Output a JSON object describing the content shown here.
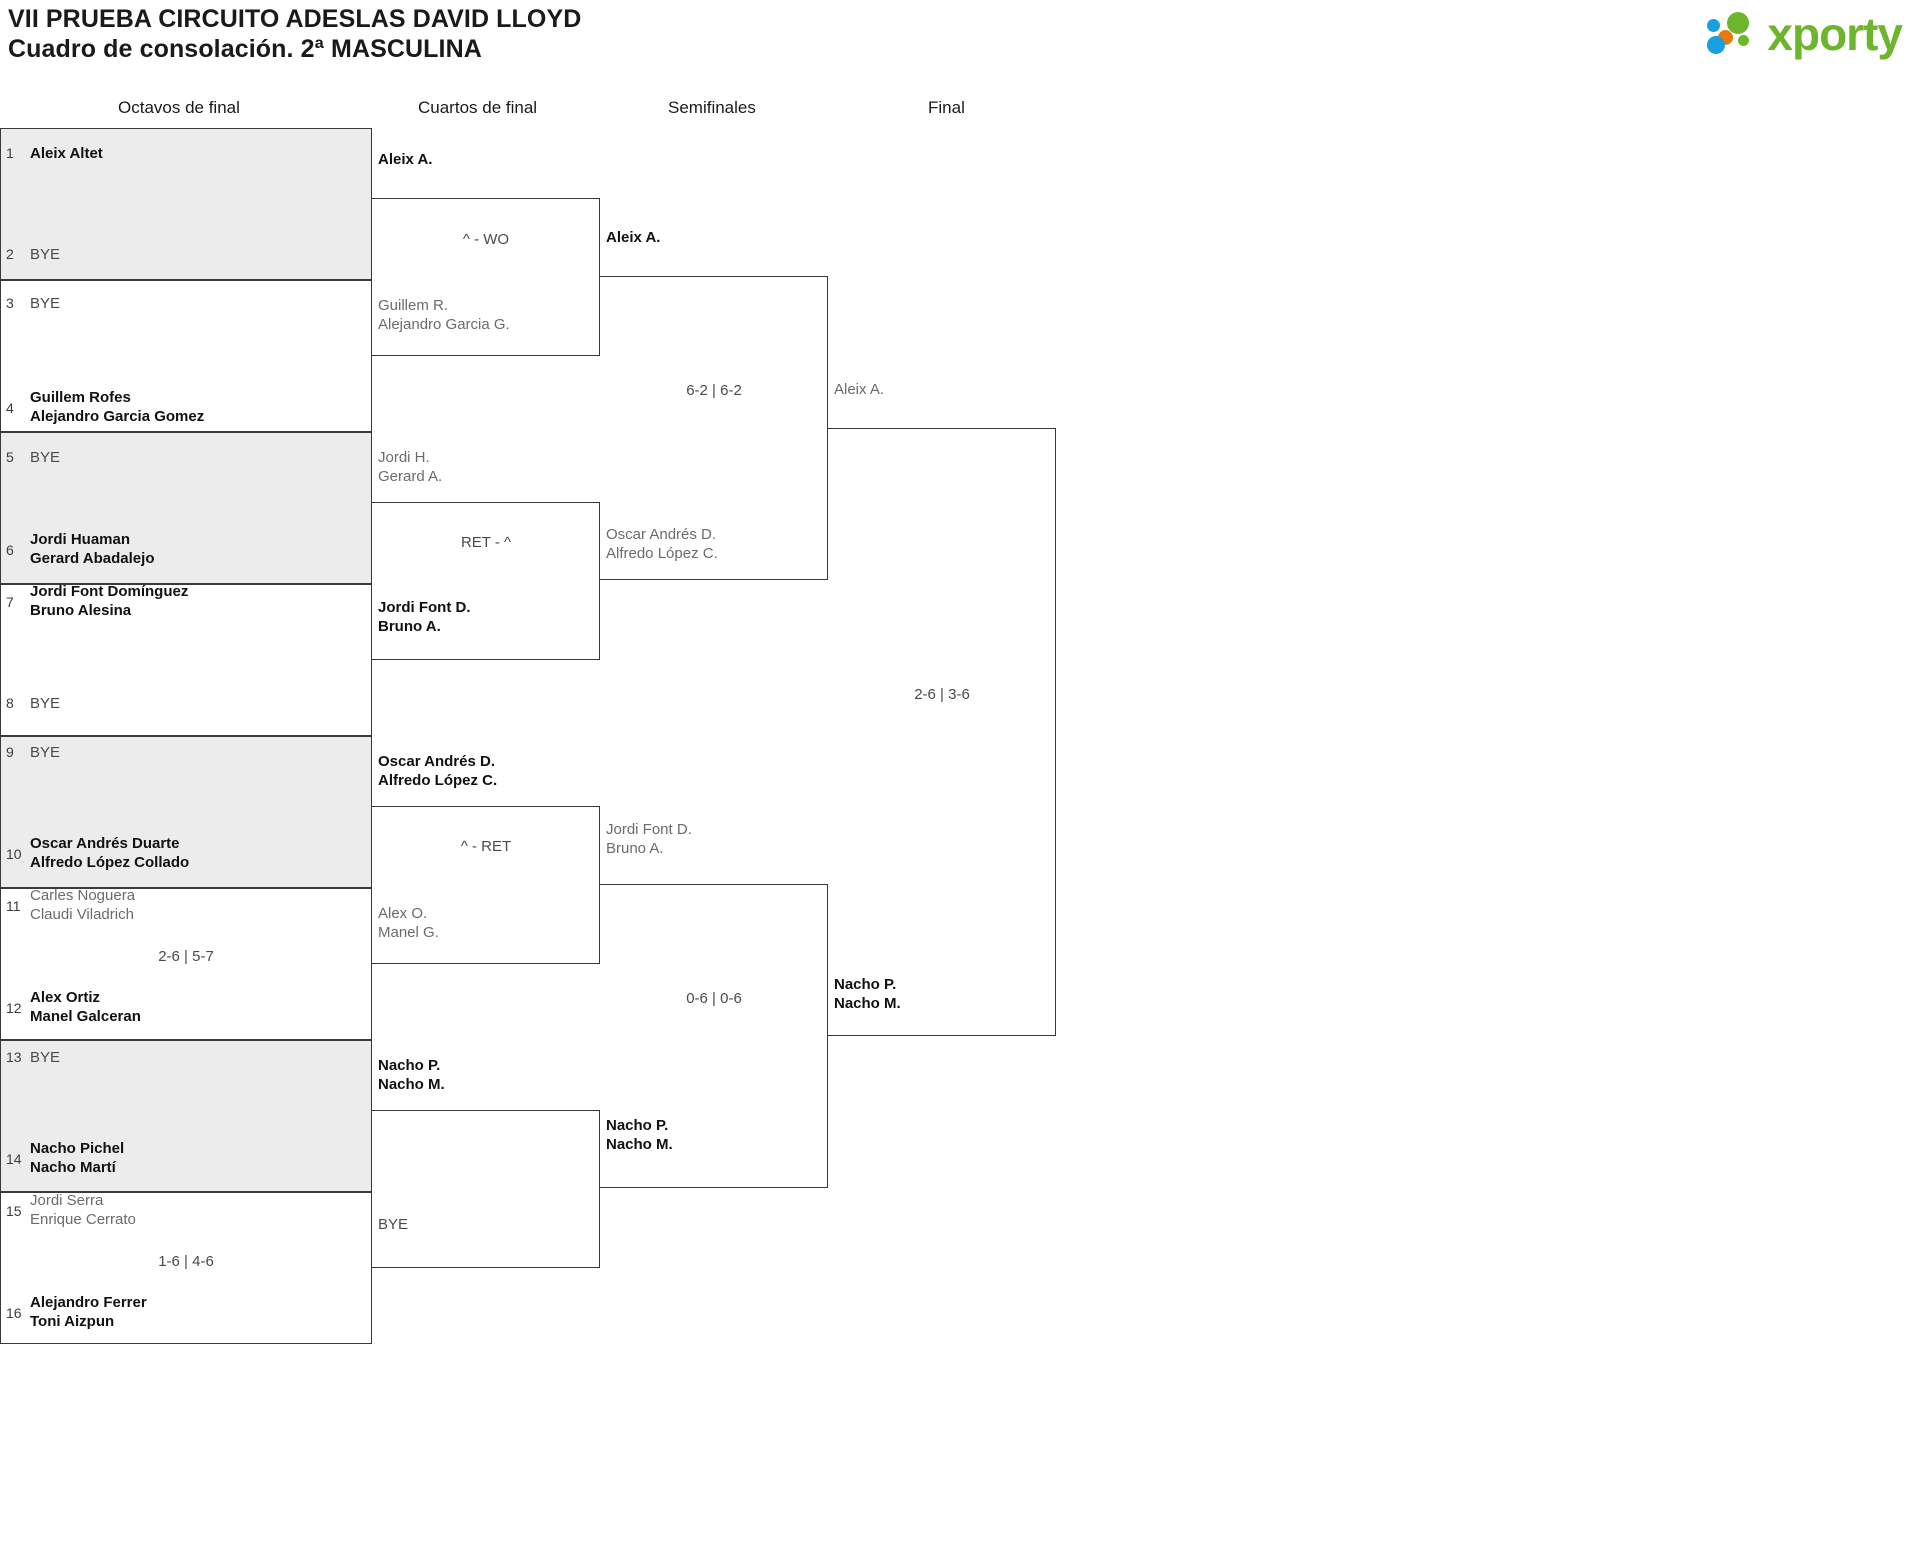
{
  "header": {
    "title_line1": "VII PRUEBA CIRCUITO ADESLAS DAVID LLOYD",
    "title_line2": "Cuadro de consolación. 2ª MASCULINA",
    "logo_text": "xporty",
    "logo_colors": {
      "blue": "#1a9fe0",
      "orange": "#e87b10",
      "green": "#6cb52d"
    }
  },
  "rounds": [
    {
      "label": "Octavos de final"
    },
    {
      "label": "Cuartos de final"
    },
    {
      "label": "Semifinales"
    },
    {
      "label": "Final"
    }
  ],
  "round1": {
    "entries": [
      {
        "seed": "1",
        "line1": "Aleix Altet",
        "line2": "",
        "state": "win"
      },
      {
        "seed": "2",
        "line1": "BYE",
        "line2": "",
        "state": "bye"
      },
      {
        "seed": "3",
        "line1": "BYE",
        "line2": "",
        "state": "bye"
      },
      {
        "seed": "4",
        "line1": "Guillem Rofes",
        "line2": "Alejandro Garcia Gomez",
        "state": "win"
      },
      {
        "seed": "5",
        "line1": "BYE",
        "line2": "",
        "state": "bye"
      },
      {
        "seed": "6",
        "line1": "Jordi Huaman",
        "line2": "Gerard Abadalejo",
        "state": "win"
      },
      {
        "seed": "7",
        "line1": "Jordi Font Domínguez",
        "line2": "Bruno Alesina",
        "state": "win"
      },
      {
        "seed": "8",
        "line1": "BYE",
        "line2": "",
        "state": "bye"
      },
      {
        "seed": "9",
        "line1": "BYE",
        "line2": "",
        "state": "bye"
      },
      {
        "seed": "10",
        "line1": "Oscar Andrés Duarte",
        "line2": "Alfredo López Collado",
        "state": "win"
      },
      {
        "seed": "11",
        "line1": "Carles Noguera",
        "line2": "Claudi Viladrich",
        "state": "lose"
      },
      {
        "seed": "12",
        "line1": "Alex Ortiz",
        "line2": "Manel Galceran",
        "state": "win"
      },
      {
        "seed": "13",
        "line1": "BYE",
        "line2": "",
        "state": "bye"
      },
      {
        "seed": "14",
        "line1": "Nacho Pichel",
        "line2": "Nacho Martí",
        "state": "win"
      },
      {
        "seed": "15",
        "line1": "Jordi Serra",
        "line2": "Enrique Cerrato",
        "state": "lose"
      },
      {
        "seed": "16",
        "line1": "Alejandro Ferrer",
        "line2": "Toni Aizpun",
        "state": "win"
      }
    ],
    "scores": [
      {
        "index": "5-6",
        "text": "2-6 | 5-7"
      },
      {
        "index": "7-8",
        "text": "1-6 | 4-6"
      }
    ]
  },
  "round2": {
    "matches": [
      {
        "top": {
          "line1": "Aleix A.",
          "line2": "",
          "state": "win"
        },
        "bottom": {
          "line1": "Guillem R.",
          "line2": "Alejandro Garcia G.",
          "state": "lose"
        },
        "score": "^ - WO"
      },
      {
        "top": {
          "line1": "Jordi H.",
          "line2": "Gerard A.",
          "state": "lose"
        },
        "bottom": {
          "line1": "Jordi Font D.",
          "line2": "Bruno A.",
          "state": "win"
        },
        "score": "RET - ^"
      },
      {
        "top": {
          "line1": "Oscar Andrés D.",
          "line2": "Alfredo López C.",
          "state": "win"
        },
        "bottom": {
          "line1": "Alex O.",
          "line2": "Manel G.",
          "state": "lose"
        },
        "score": "^ - RET"
      },
      {
        "top": {
          "line1": "Nacho P.",
          "line2": "Nacho M.",
          "state": "win"
        },
        "bottom": {
          "line1": "BYE",
          "line2": "",
          "state": "bye"
        },
        "score": ""
      }
    ]
  },
  "round3": {
    "matches": [
      {
        "top": {
          "line1": "Aleix A.",
          "line2": "",
          "state": "win"
        },
        "bottom": {
          "line1": "Oscar Andrés D.",
          "line2": "Alfredo López C.",
          "state": "lose"
        },
        "score": "6-2 | 6-2"
      },
      {
        "top": {
          "line1": "Jordi Font D.",
          "line2": "Bruno A.",
          "state": "lose"
        },
        "bottom": {
          "line1": "Nacho P.",
          "line2": "Nacho M.",
          "state": "win"
        },
        "score": "0-6 | 0-6"
      }
    ]
  },
  "round4": {
    "matches": [
      {
        "top": {
          "line1": "Aleix A.",
          "line2": "",
          "state": "lose"
        },
        "bottom": {
          "line1": "Nacho P.",
          "line2": "Nacho M.",
          "state": "win"
        },
        "score": "2-6 | 3-6"
      }
    ]
  }
}
